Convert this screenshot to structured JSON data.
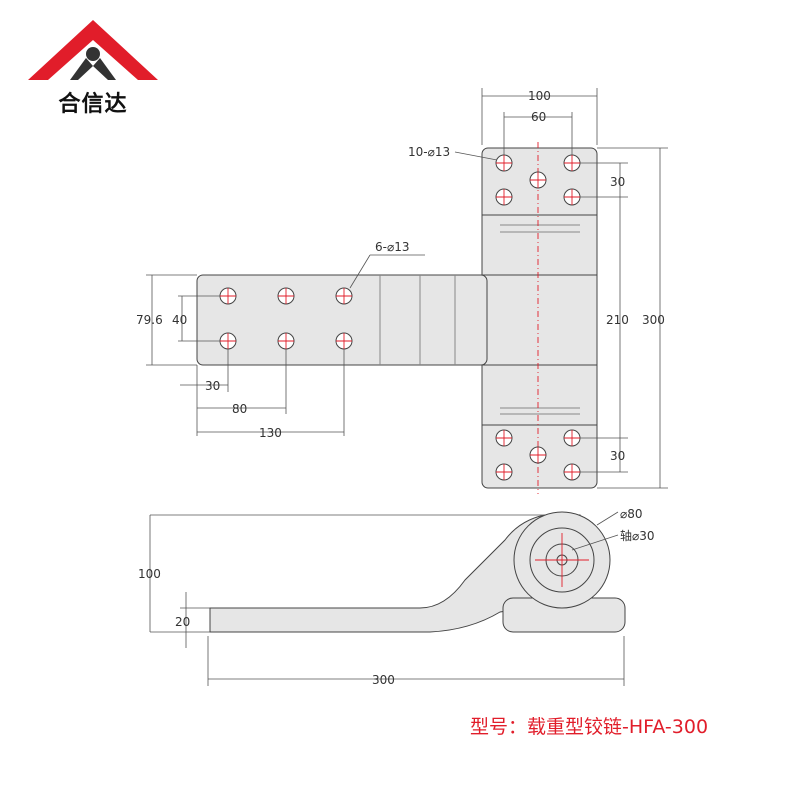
{
  "logo": {
    "text": "合信达",
    "colors": {
      "roof": "#e11d2a",
      "symbol": "#333333"
    }
  },
  "caption": "型号：载重型铰链-HFA-300",
  "colors": {
    "accent": "#e11d2a",
    "line": "#444444",
    "fill": "#e6e6e6"
  },
  "dimensions": {
    "top_width": "100",
    "top_hole_spacing": "60",
    "top_holes": "10-⌀13",
    "side_holes": "6-⌀13",
    "top_row_spacing": "30",
    "bottom_row_spacing": "30",
    "vertical_middle": "210",
    "vertical_total": "300",
    "leaf_height": "79.6",
    "leaf_hole_spacing": "40",
    "leaf_d1": "30",
    "leaf_d2": "80",
    "leaf_d3": "130",
    "side_height": "100",
    "side_base": "20",
    "side_length": "300",
    "knuckle_dia": "⌀80",
    "shaft_dia": "轴⌀30"
  }
}
